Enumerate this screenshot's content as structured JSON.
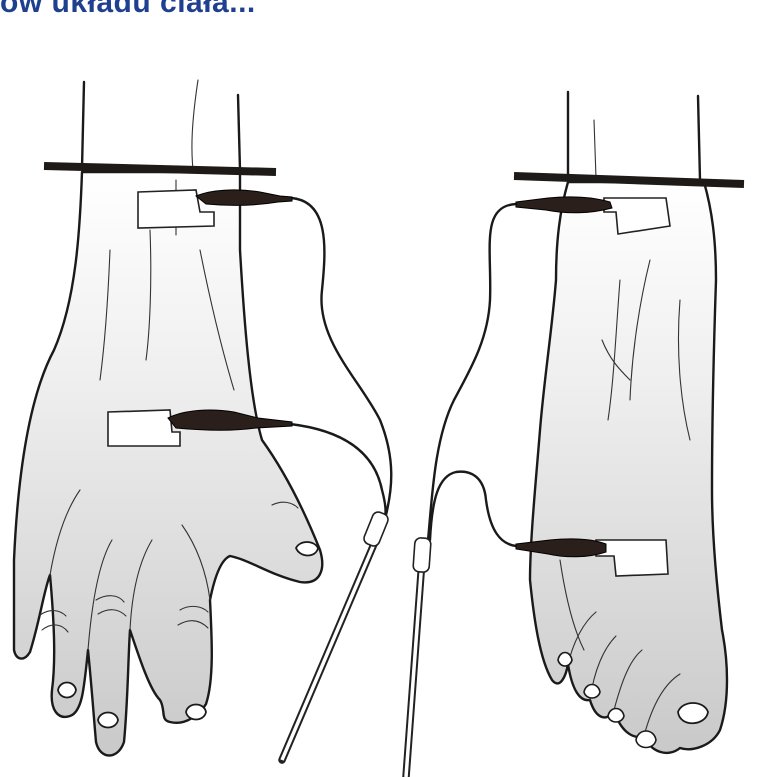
{
  "header": {
    "title_fragment": "ów układu ciała..."
  },
  "colors": {
    "title": "#1f3f8f",
    "skin_light": "#f4f4f4",
    "skin_shadow": "#c8c8c8",
    "outline": "#1a1a1a",
    "band": "#1e1a18"
  },
  "figure": {
    "left_limb": "hand",
    "right_limb": "foot",
    "electrodes_count": 4
  }
}
